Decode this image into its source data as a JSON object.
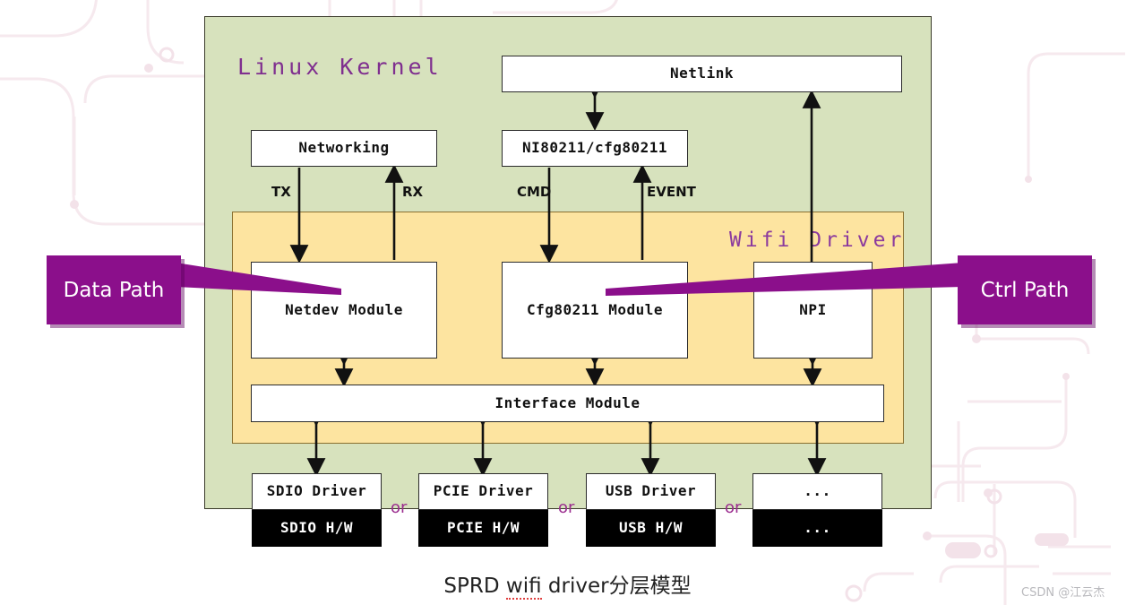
{
  "diagram": {
    "caption_prefix": "SPRD ",
    "caption_spell": "wifi",
    "caption_suffix": " driver分层模型",
    "watermark": "CSDN @江云杰",
    "colors": {
      "kernel_fill": "#d7e2bd",
      "wifi_fill": "#fde4a0",
      "callout_fill": "#8b0f8b",
      "title_purple": "#7f2f8f",
      "or_purple": "#9b2d8f",
      "hw_fill": "#000000",
      "node_fill": "#ffffff",
      "stroke": "#111111"
    },
    "containers": {
      "kernel_label": "Linux Kernel",
      "wifi_label": "Wifi Driver"
    },
    "nodes": {
      "netlink": "Netlink",
      "networking": "Networking",
      "nl80211": "NI80211/cfg80211",
      "netdev_module": "Netdev Module",
      "cfg80211_module": "Cfg80211 Module",
      "npi": "NPI",
      "interface_module": "Interface Module",
      "sdio_driver": "SDIO Driver",
      "pcie_driver": "PCIE Driver",
      "usb_driver": "USB Driver",
      "other_driver": "...",
      "sdio_hw": "SDIO H/W",
      "pcie_hw": "PCIE H/W",
      "usb_hw": "USB H/W",
      "other_hw": "..."
    },
    "edge_labels": {
      "tx": "TX",
      "rx": "RX",
      "cmd": "CMD",
      "event": "EVENT",
      "or_1": "or",
      "or_2": "or",
      "or_3": "or"
    },
    "callouts": {
      "data_path": "Data Path",
      "ctrl_path": "Ctrl Path"
    }
  }
}
